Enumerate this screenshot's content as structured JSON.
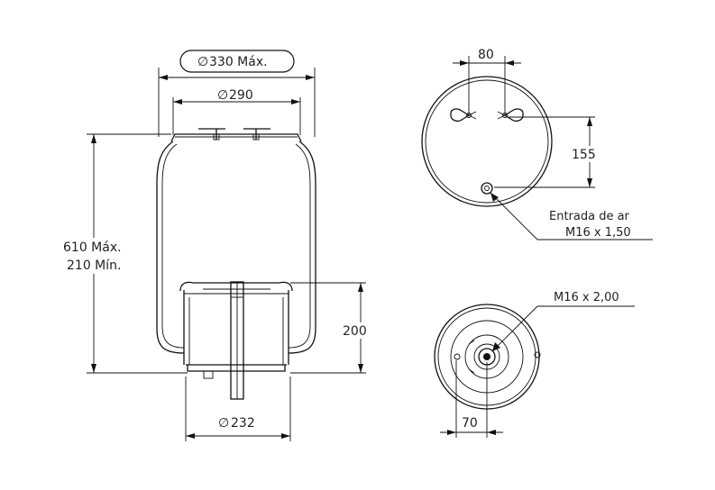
{
  "side_view": {
    "dim_overall_diameter": "330 Máx.",
    "dim_top_plate_diameter": "290",
    "dim_height_max": "610 Máx.",
    "dim_height_min": "210 Mín.",
    "dim_piston_height": "200",
    "dim_piston_diameter": "232",
    "diameter_symbol": "∅"
  },
  "top_view": {
    "dim_stud_spacing": "80",
    "dim_inlet_offset": "155",
    "inlet_label_line1": "Entrada de ar",
    "inlet_label_line2": "M16 x 1,50"
  },
  "bottom_view": {
    "thread_label": "M16 x 2,00",
    "dim_offset": "70"
  }
}
